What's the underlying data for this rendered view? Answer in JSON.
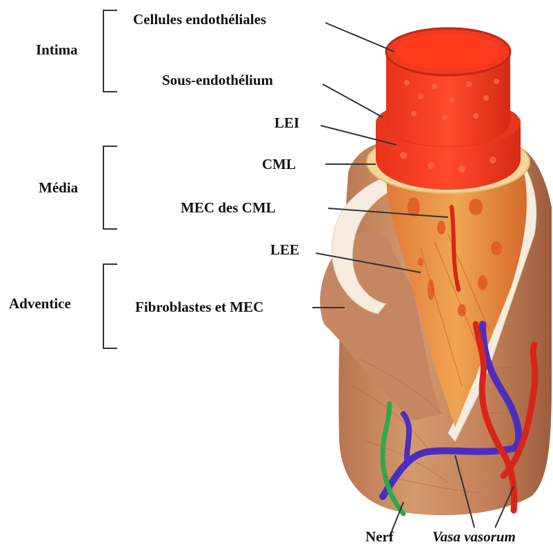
{
  "groups": {
    "intima": "Intima",
    "media": "Média",
    "adventice": "Adventice"
  },
  "labels": {
    "cellules": "Cellules endothéliales",
    "sous_endo": "Sous-endothélium",
    "lei": "LEI",
    "cml": "CML",
    "mec_cml": "MEC des CML",
    "lee": "LEE",
    "fibro": "Fibroblastes et MEC",
    "nerf": "Nerf",
    "vasa": "Vasa vasorum"
  },
  "colors": {
    "intima_red": "#f2351f",
    "media_cream": "#f4d59a",
    "adventice_tan": "#c9885c",
    "vein_blue": "#4a2fbf",
    "artery_red": "#d8251a",
    "nerve_green": "#2fa84a",
    "leader_line": "#333333"
  }
}
